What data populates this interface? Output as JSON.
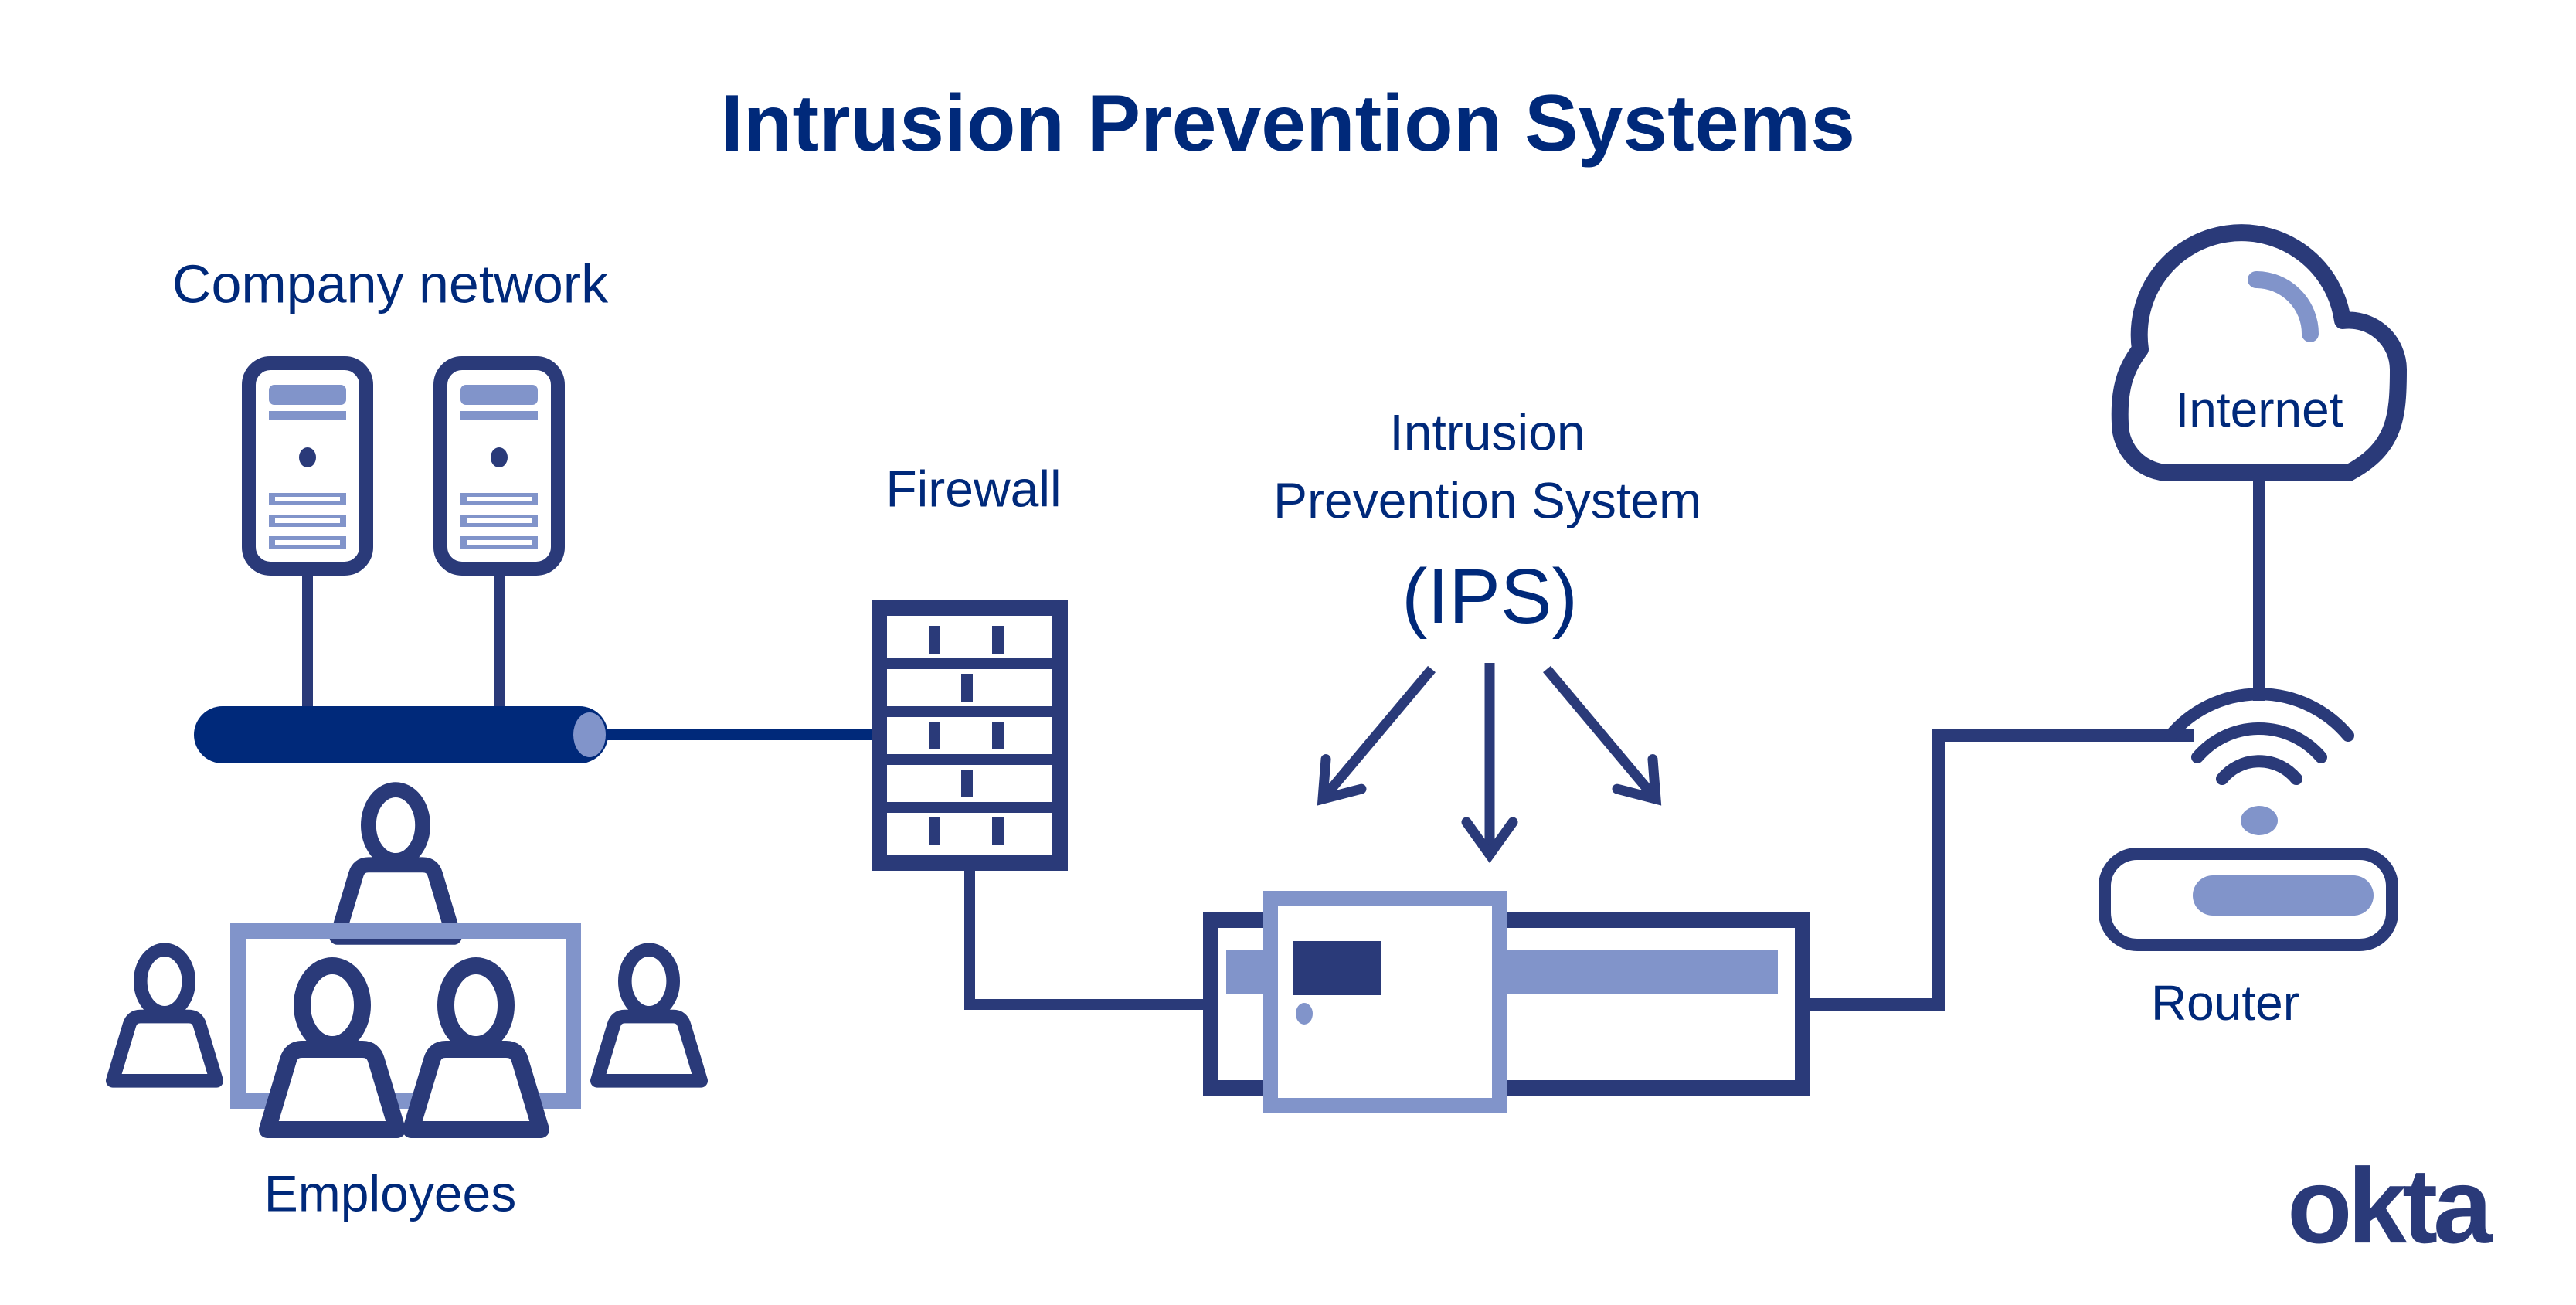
{
  "title": "Intrusion Prevention Systems",
  "nodes": {
    "company_network": {
      "label": "Company network"
    },
    "employees": {
      "label": "Employees"
    },
    "firewall": {
      "label": "Firewall"
    },
    "ips": {
      "label_line1": "Intrusion",
      "label_line2": "Prevention System",
      "abbrev": "(IPS)"
    },
    "internet": {
      "label": "Internet"
    },
    "router": {
      "label": "Router"
    }
  },
  "brand": {
    "logo_text": "okta"
  },
  "colors": {
    "navy_text": "#00297a",
    "icon_indigo": "#2a3a79",
    "periwinkle": "#8194ca",
    "background": "#ffffff"
  },
  "icons": {
    "server-icon": "svg tower-server shape",
    "network-bus-icon": "svg cylinder pill",
    "employees-group-icon": "svg people around table",
    "firewall-icon": "svg brick wall",
    "arrow-down-icon": "svg open-chevron arrow",
    "ips-appliance-icon": "svg network appliance box",
    "internet-cloud-icon": "svg cloud outline",
    "wifi-signal-icon": "svg three arcs with dot",
    "router-icon": "svg rounded box with bar"
  }
}
